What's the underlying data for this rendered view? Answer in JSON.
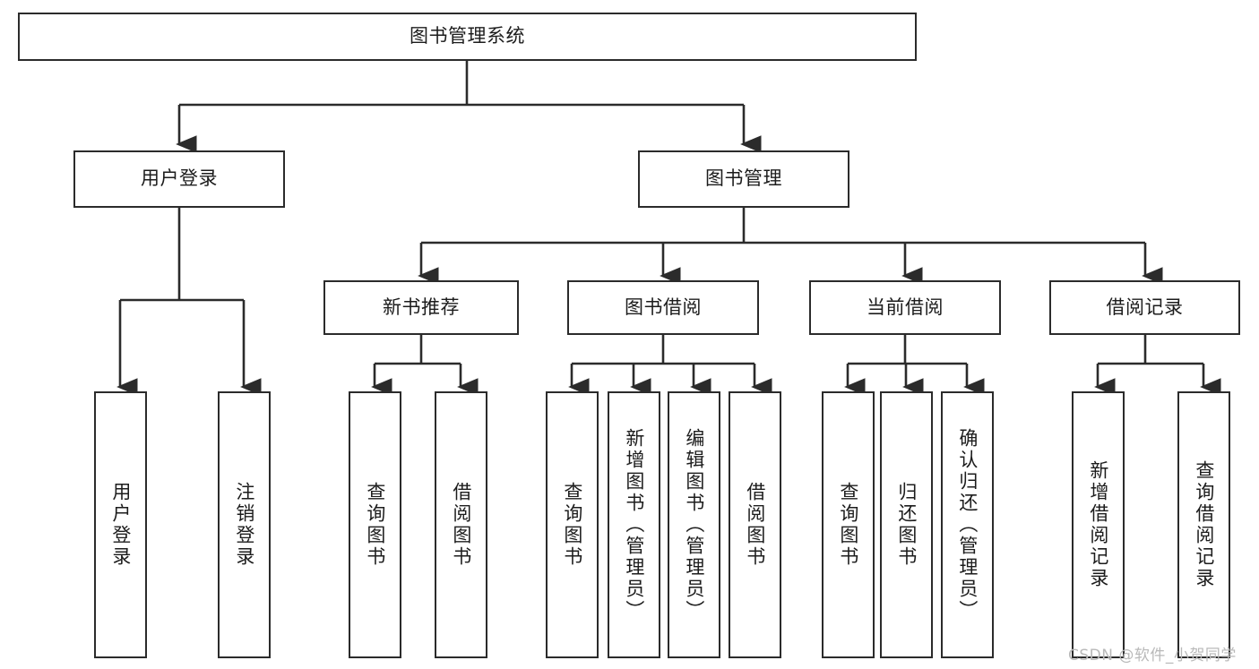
{
  "diagram": {
    "title": "图书管理系统",
    "type": "functional-structure-tree",
    "orientation": "top-down",
    "line_color": "#2b2b2b",
    "box_fill": "#ffffff",
    "text_color": "#1c1c1c"
  },
  "nodes": {
    "root": {
      "label": "图书管理系统"
    },
    "level1": [
      {
        "id": "user_login",
        "label": "用户登录"
      },
      {
        "id": "book_manage",
        "label": "图书管理"
      }
    ],
    "level2": [
      {
        "id": "new_book_rec",
        "label": "新书推荐"
      },
      {
        "id": "book_borrow",
        "label": "图书借阅"
      },
      {
        "id": "current_borrow",
        "label": "当前借阅"
      },
      {
        "id": "borrow_record",
        "label": "借阅记录"
      }
    ],
    "leaves": {
      "user_login": [
        {
          "id": "leaf_user_login",
          "label": "用户登录"
        },
        {
          "id": "leaf_user_logout",
          "label": "注销登录"
        }
      ],
      "new_book_rec": [
        {
          "id": "leaf_query_book_1",
          "label": "查询图书"
        },
        {
          "id": "leaf_borrow_book_1",
          "label": "借阅图书"
        }
      ],
      "book_borrow": [
        {
          "id": "leaf_query_book_2",
          "label": "查询图书"
        },
        {
          "id": "leaf_add_book",
          "label": "新增图书（管理员）"
        },
        {
          "id": "leaf_edit_book",
          "label": "编辑图书（管理员）"
        },
        {
          "id": "leaf_borrow_book_2",
          "label": "借阅图书"
        }
      ],
      "current_borrow": [
        {
          "id": "leaf_query_book_3",
          "label": "查询图书"
        },
        {
          "id": "leaf_return_book",
          "label": "归还图书"
        },
        {
          "id": "leaf_confirm_return",
          "label": "确认归还（管理员）"
        }
      ],
      "borrow_record": [
        {
          "id": "leaf_add_record",
          "label": "新增借阅记录"
        },
        {
          "id": "leaf_query_record",
          "label": "查询借阅记录"
        }
      ]
    }
  },
  "watermark": {
    "text": "CSDN @软件_小贺同学",
    "color": "#b9b9b9"
  }
}
